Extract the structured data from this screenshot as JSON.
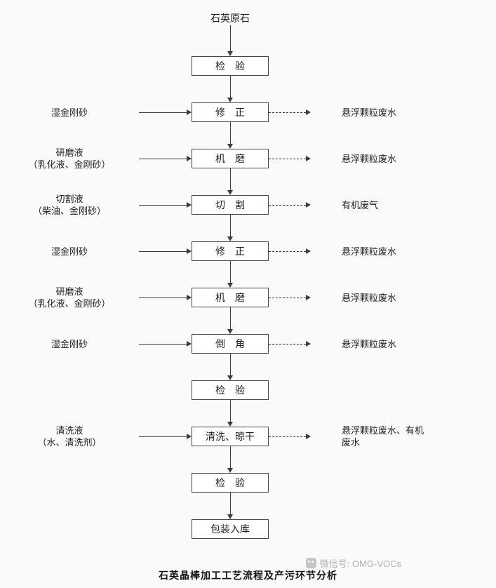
{
  "flow": {
    "source": "石英原石",
    "steps": [
      {
        "label": "检　验"
      },
      {
        "label": "修　正",
        "input": "湿金刚砂",
        "output": "悬浮颗粒废水"
      },
      {
        "label": "机　磨",
        "input": "研磨液\n（乳化液、金刚砂）",
        "output": "悬浮颗粒废水"
      },
      {
        "label": "切　割",
        "input": "切割液\n（柴油、金刚砂）",
        "output": "有机废气"
      },
      {
        "label": "修　正",
        "input": "湿金刚砂",
        "output": "悬浮颗粒废水"
      },
      {
        "label": "机　磨",
        "input": "研磨液\n（乳化液、金刚砂）",
        "output": "悬浮颗粒废水"
      },
      {
        "label": "倒　角",
        "input": "湿金刚砂",
        "output": "悬浮颗粒废水"
      },
      {
        "label": "检　验"
      },
      {
        "label": "清洗、晾干",
        "input": "清洗液\n（水、清洗剂）",
        "output": "悬浮颗粒废水、有机\n废水"
      },
      {
        "label": "检　验"
      },
      {
        "label": "包装入库"
      }
    ]
  },
  "caption": "石英晶棒加工工艺流程及产污环节分析",
  "watermark": {
    "label": "微信号: OMG-VOCs",
    "icon": "wechat-icon"
  },
  "colors": {
    "line": "#3c3c3c",
    "box_border": "#474747",
    "watermark_text": "#b3b1ae"
  }
}
